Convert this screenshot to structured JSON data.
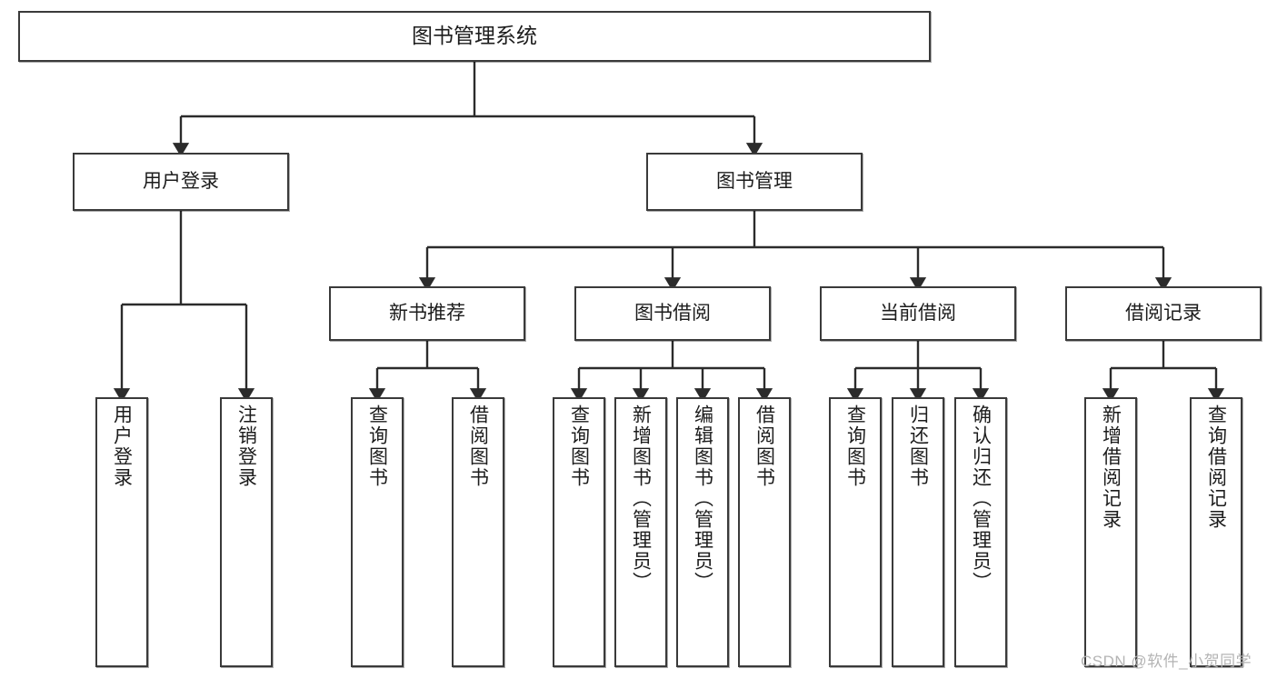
{
  "diagram": {
    "type": "hierarchy-tree",
    "title": "图书管理系统",
    "watermark": "CSDN @软件_小贺同学",
    "colors": {
      "box_border": "#3a3a3a",
      "box_fill": "#ffffff",
      "connector": "#2b2b2b",
      "text": "#1c1c1c",
      "watermark": "#b4b4b4",
      "background": "#ffffff"
    },
    "root": {
      "label": "图书管理系统"
    },
    "level2": [
      {
        "label": "用户登录"
      },
      {
        "label": "图书管理"
      }
    ],
    "level3": [
      {
        "label": "新书推荐"
      },
      {
        "label": "图书借阅"
      },
      {
        "label": "当前借阅"
      },
      {
        "label": "借阅记录"
      }
    ],
    "leaves": {
      "user_login": [
        {
          "label": "用户登录"
        },
        {
          "label": "注销登录"
        }
      ],
      "new_book_recommend": [
        {
          "label": "查询图书"
        },
        {
          "label": "借阅图书"
        }
      ],
      "book_borrow": [
        {
          "label": "查询图书"
        },
        {
          "label": "新增图书（管理员）"
        },
        {
          "label": "编辑图书（管理员）"
        },
        {
          "label": "借阅图书"
        }
      ],
      "current_borrow": [
        {
          "label": "查询图书"
        },
        {
          "label": "归还图书"
        },
        {
          "label": "确认归还（管理员）"
        }
      ],
      "borrow_records": [
        {
          "label": "新增借阅记录"
        },
        {
          "label": "查询借阅记录"
        }
      ]
    }
  }
}
